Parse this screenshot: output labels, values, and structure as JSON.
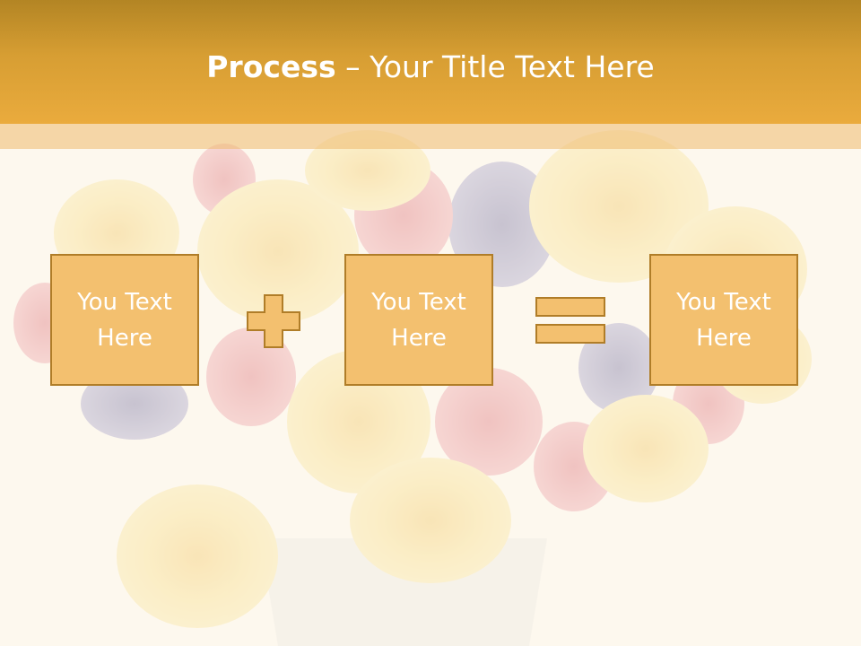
{
  "slide": {
    "title_bold": "Process",
    "title_rest": " – Your Title Text Here"
  },
  "equation": {
    "boxes": [
      {
        "text": "You Text Here"
      },
      {
        "text": "You Text Here"
      },
      {
        "text": "You Text Here"
      }
    ],
    "operators": [
      "plus-icon",
      "equals-icon"
    ]
  },
  "colors": {
    "title_bar": "#d79e33",
    "box_fill": "#f3c06f",
    "box_border": "#b07d28",
    "text": "#ffffff"
  }
}
